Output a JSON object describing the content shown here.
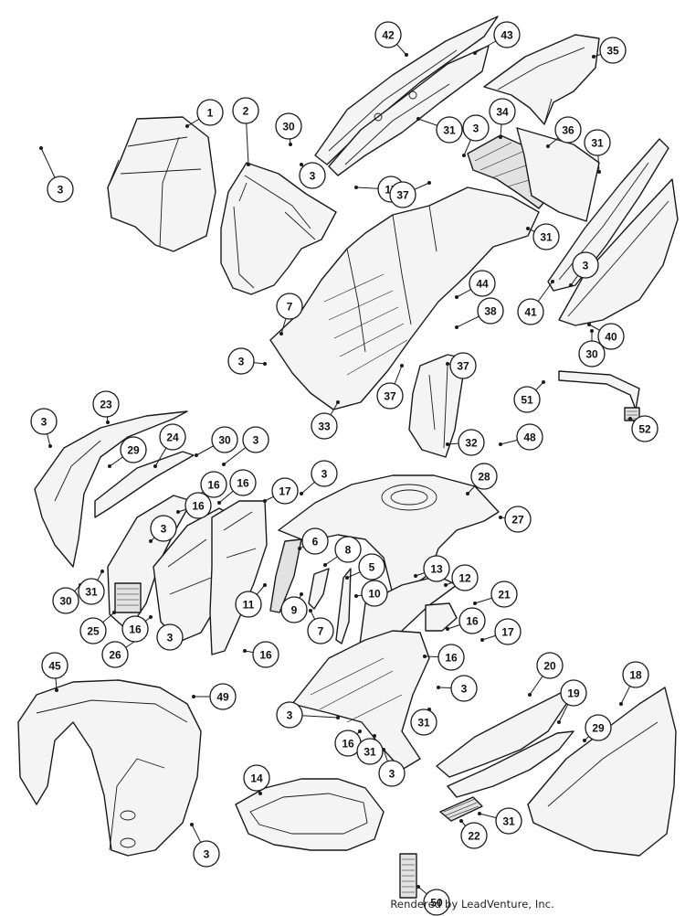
{
  "credit": "Rendered by LeadVenture, Inc.",
  "callouts": [
    {
      "label": "1"
    },
    {
      "label": "2"
    },
    {
      "label": "30"
    },
    {
      "label": "42"
    },
    {
      "label": "43"
    },
    {
      "label": "35"
    },
    {
      "label": "3"
    },
    {
      "label": "31"
    },
    {
      "label": "3"
    },
    {
      "label": "34"
    },
    {
      "label": "36"
    },
    {
      "label": "31"
    },
    {
      "label": "3"
    },
    {
      "label": "17"
    },
    {
      "label": "37"
    },
    {
      "label": "31"
    },
    {
      "label": "3"
    },
    {
      "label": "41"
    },
    {
      "label": "44"
    },
    {
      "label": "7"
    },
    {
      "label": "38"
    },
    {
      "label": "40"
    },
    {
      "label": "30"
    },
    {
      "label": "3"
    },
    {
      "label": "37"
    },
    {
      "label": "37"
    },
    {
      "label": "51"
    },
    {
      "label": "33"
    },
    {
      "label": "52"
    },
    {
      "label": "23"
    },
    {
      "label": "3"
    },
    {
      "label": "32"
    },
    {
      "label": "48"
    },
    {
      "label": "24"
    },
    {
      "label": "29"
    },
    {
      "label": "30"
    },
    {
      "label": "3"
    },
    {
      "label": "3"
    },
    {
      "label": "28"
    },
    {
      "label": "27"
    },
    {
      "label": "16"
    },
    {
      "label": "16"
    },
    {
      "label": "17"
    },
    {
      "label": "16"
    },
    {
      "label": "3"
    },
    {
      "label": "6"
    },
    {
      "label": "8"
    },
    {
      "label": "5"
    },
    {
      "label": "13"
    },
    {
      "label": "12"
    },
    {
      "label": "11"
    },
    {
      "label": "9"
    },
    {
      "label": "10"
    },
    {
      "label": "21"
    },
    {
      "label": "30"
    },
    {
      "label": "31"
    },
    {
      "label": "7"
    },
    {
      "label": "25"
    },
    {
      "label": "16"
    },
    {
      "label": "26"
    },
    {
      "label": "3"
    },
    {
      "label": "16"
    },
    {
      "label": "16"
    },
    {
      "label": "17"
    },
    {
      "label": "16"
    },
    {
      "label": "3"
    },
    {
      "label": "45"
    },
    {
      "label": "49"
    },
    {
      "label": "20"
    },
    {
      "label": "19"
    },
    {
      "label": "18"
    },
    {
      "label": "3"
    },
    {
      "label": "31"
    },
    {
      "label": "29"
    },
    {
      "label": "16"
    },
    {
      "label": "31"
    },
    {
      "label": "3"
    },
    {
      "label": "14"
    },
    {
      "label": "31"
    },
    {
      "label": "22"
    },
    {
      "label": "3"
    },
    {
      "label": "50"
    }
  ]
}
